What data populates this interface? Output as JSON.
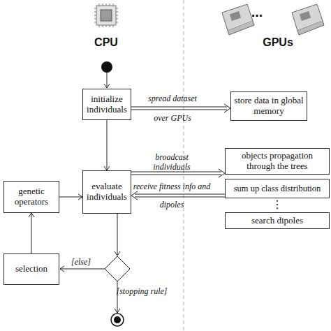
{
  "diagram": {
    "nodes": [
      {
        "text": [
          "initialize individuals"
        ]
      },
      {
        "text": [
          "store data in global memory"
        ]
      },
      {
        "text": [
          "objects propagation through the trees"
        ]
      },
      {
        "text": [
          "genetic operators"
        ]
      },
      {
        "text": [
          "evaluate individuals"
        ]
      },
      {
        "text": [
          "sum up class distribution"
        ]
      },
      {
        "text": [
          "search dipoles"
        ]
      },
      {
        "text": [
          "selection"
        ]
      }
    ],
    "edges": [
      {
        "from": 0,
        "to": 1,
        "arrow": "to",
        "label": "spread dataset over GPUs"
      },
      {
        "from": 0,
        "to": 4,
        "arrow": "to"
      },
      {
        "from": 3,
        "to": 4,
        "arrow": "to"
      },
      {
        "from": 4,
        "to": 2,
        "arrow": "to",
        "label": "broadcast individuals"
      },
      {
        "from": 5,
        "to": 4,
        "arrow": "to",
        "label": "receive fitness info and dipoles"
      },
      {
        "from": 7,
        "to": 3,
        "arrow": "to"
      }
    ],
    "labels": [
      "CPU",
      "GPUs",
      "...",
      "⋮",
      "[else]",
      "[stopping rule]"
    ]
  }
}
